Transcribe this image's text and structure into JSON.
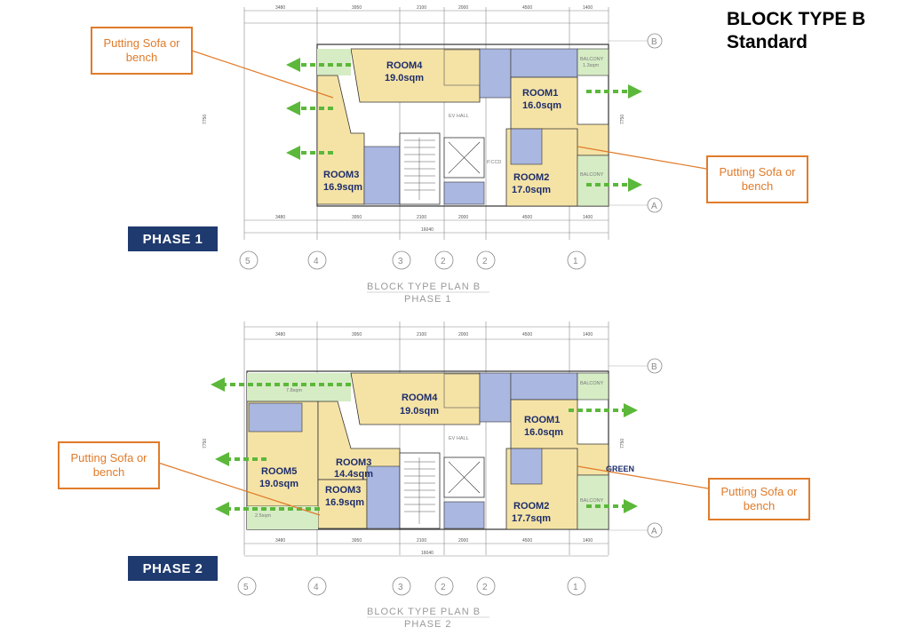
{
  "header": {
    "block_type": "BLOCK TYPE B",
    "variant": "Standard"
  },
  "phase1": {
    "badge": "PHASE 1",
    "plan_title": "BLOCK TYPE PLAN B",
    "plan_subtitle": "PHASE 1",
    "rooms": {
      "room4": {
        "name": "ROOM4",
        "area": "19.0sqm"
      },
      "room1": {
        "name": "ROOM1",
        "area": "16.0sqm"
      },
      "room3": {
        "name": "ROOM3",
        "area": "16.9sqm"
      },
      "room2": {
        "name": "ROOM2",
        "area": "17.0sqm"
      }
    },
    "ev_hall": "EV HALL",
    "balcony_top": "BALCONY",
    "balcony_top_area": "1.3sqm",
    "balcony_bottom": "BALCONY",
    "pcd": "P.CCD",
    "dims_top": [
      "3480",
      "3950",
      "2100",
      "2000",
      "4500",
      "1400"
    ],
    "dims_bottom": [
      "3480",
      "3950",
      "2100",
      "2000",
      "4500",
      "1400"
    ],
    "total": "16040",
    "side_dim": "7750",
    "grid_bubbles": [
      "5",
      "4",
      "3",
      "2",
      "2",
      "1"
    ],
    "row_bubbles": [
      "B",
      "A"
    ],
    "callout_left": "Putting Sofa or bench",
    "callout_right": "Putting Sofa or bench"
  },
  "phase2": {
    "badge": "PHASE 2",
    "plan_title": "BLOCK TYPE PLAN B",
    "plan_subtitle": "PHASE 2",
    "rooms": {
      "room4": {
        "name": "ROOM4",
        "area": "19.0sqm"
      },
      "room1": {
        "name": "ROOM1",
        "area": "16.0sqm"
      },
      "room3a": {
        "name": "ROOM3",
        "area": "14.4sqm"
      },
      "room5": {
        "name": "ROOM5",
        "area": "19.0sqm"
      },
      "room3b": {
        "name": "ROOM3",
        "area": "16.9sqm"
      },
      "room2": {
        "name": "ROOM2",
        "area": "17.7sqm"
      }
    },
    "ev_hall": "EV HALL",
    "green": "GREEN",
    "balcony_top": "BALCONY",
    "balcony_bottom": "BALCONY",
    "small_area_top": "7.8sqm",
    "small_area_bottom": "2.5sqm",
    "dims_top": [
      "3480",
      "3950",
      "2100",
      "2000",
      "4500",
      "1400"
    ],
    "dims_bottom": [
      "3480",
      "3950",
      "2100",
      "2000",
      "4500",
      "1400"
    ],
    "total": "16040",
    "side_dim": "7750",
    "grid_bubbles": [
      "5",
      "4",
      "3",
      "2",
      "2",
      "1"
    ],
    "row_bubbles": [
      "B",
      "A"
    ],
    "callout_left": "Putting Sofa or bench",
    "callout_right": "Putting Sofa or bench"
  },
  "colors": {
    "room": "#f5e3a6",
    "bath": "#aab7e0",
    "green_zone": "#d6ecc5",
    "arrow": "#5bb83a",
    "callout": "#e07b2a",
    "badge": "#1f3a6e"
  }
}
